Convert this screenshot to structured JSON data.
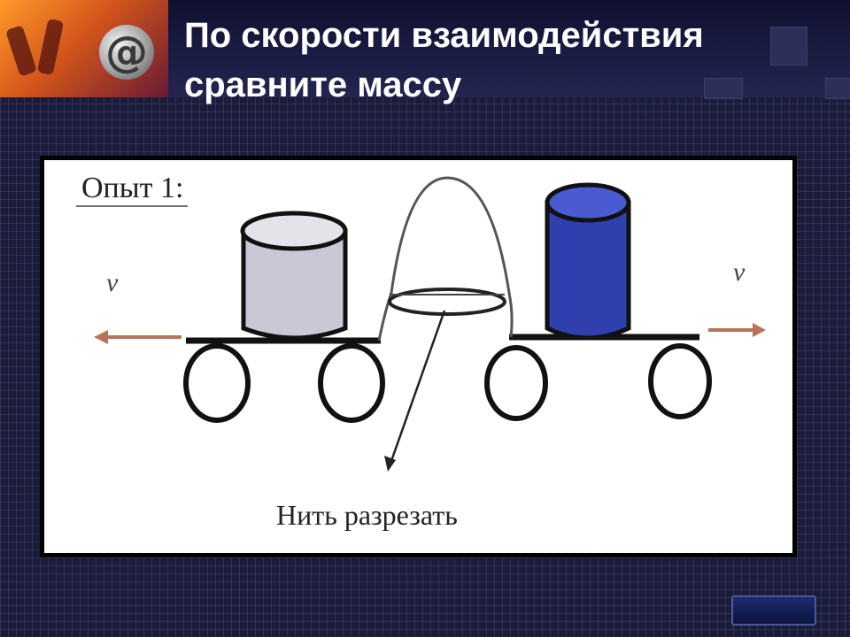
{
  "slide": {
    "title_line1": "По скорости взаимодействия",
    "title_line2": "сравните массу"
  },
  "diagram": {
    "experiment_label": "Опыт 1:",
    "velocity_left": "v",
    "velocity_right": "v",
    "cut_label": "Нить разрезать"
  },
  "colors": {
    "left_cylinder": "#c9c8d4",
    "right_cylinder": "#2f3fae",
    "arrow": "#b8735a"
  }
}
